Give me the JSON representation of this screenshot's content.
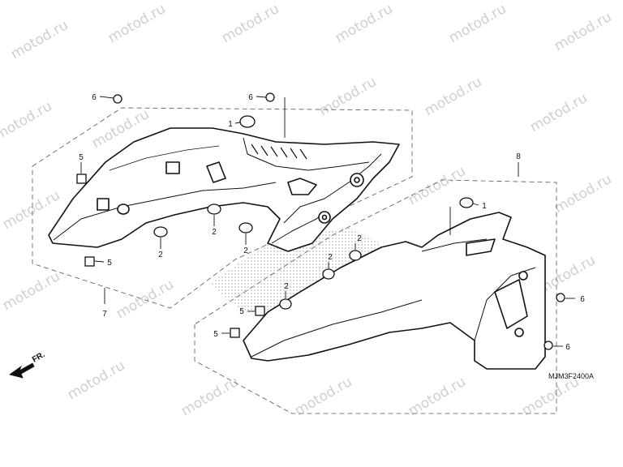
{
  "diagram": {
    "code": "MJM3F2400A",
    "direction_label": "FR.",
    "watermark": "motod.ru",
    "assemblies": [
      {
        "id": "upper-panel",
        "number": "7"
      },
      {
        "id": "lower-panel",
        "number": "8"
      }
    ],
    "callouts": [
      {
        "id": "c6-top-left",
        "number": "6"
      },
      {
        "id": "c6-top-mid",
        "number": "6"
      },
      {
        "id": "c1-upper",
        "number": "1"
      },
      {
        "id": "c5-upper-left",
        "number": "5"
      },
      {
        "id": "c5-upper-bottom",
        "number": "5"
      },
      {
        "id": "c2-upper-a",
        "number": "2"
      },
      {
        "id": "c2-upper-b",
        "number": "2"
      },
      {
        "id": "c2-upper-c",
        "number": "2"
      },
      {
        "id": "c1-lower",
        "number": "1"
      },
      {
        "id": "c2-lower-a",
        "number": "2"
      },
      {
        "id": "c2-lower-b",
        "number": "2"
      },
      {
        "id": "c2-lower-c",
        "number": "2"
      },
      {
        "id": "c5-lower-a",
        "number": "5"
      },
      {
        "id": "c5-lower-b",
        "number": "5"
      },
      {
        "id": "c6-lower-a",
        "number": "6"
      },
      {
        "id": "c6-lower-b",
        "number": "6"
      }
    ]
  }
}
